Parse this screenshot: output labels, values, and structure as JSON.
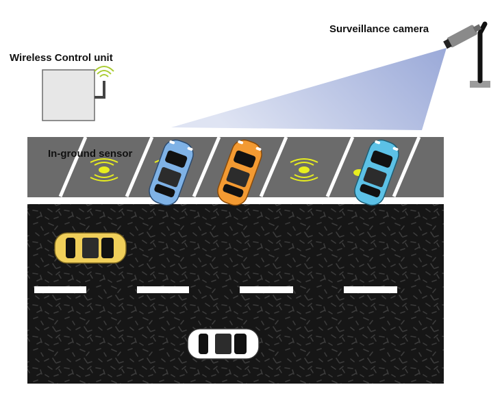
{
  "labels": {
    "wireless_control_unit": "Wireless Control unit",
    "in_ground_sensor": "In-ground sensor",
    "surveillance_camera": "Surveillance camera"
  },
  "colors": {
    "road": "#161616",
    "road_texture": "#3a3a3a",
    "parking_lot": "#6b6b6b",
    "lane_marking": "#ffffff",
    "sensor": "#e8ee1f",
    "camera_beam": "#c6cfea",
    "control_unit_box": "#e7e7e7",
    "camera_body": "#8a8a8a",
    "pole": "#111111",
    "car_blue": "#7fb2e6",
    "car_orange": "#f39a32",
    "car_cyan": "#5cc1e6",
    "car_yellow": "#f0cf5a",
    "car_white": "#ffffff"
  },
  "scene": {
    "parked_cars": [
      {
        "name": "parked-car-blue",
        "color": "car_blue"
      },
      {
        "name": "parked-car-orange",
        "color": "car_orange"
      },
      {
        "name": "parked-car-cyan",
        "color": "car_cyan"
      }
    ],
    "moving_cars": [
      {
        "name": "moving-car-yellow",
        "color": "car_yellow"
      },
      {
        "name": "moving-car-white",
        "color": "car_white"
      }
    ],
    "sensors": [
      "in-ground-sensor-1",
      "in-ground-sensor-2",
      "in-ground-sensor-3",
      "in-ground-sensor-4"
    ]
  }
}
